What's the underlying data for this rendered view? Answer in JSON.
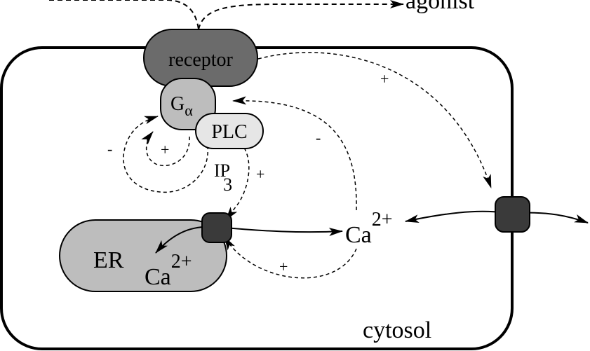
{
  "labels": {
    "agonist": "agonist",
    "receptor": "receptor",
    "g_alpha_main": "G",
    "g_alpha_sub": "α",
    "plc": "PLC",
    "ip3_main": "IP",
    "ip3_sub": "3",
    "ca_cytosol_main": "Ca",
    "ca_cytosol_sup": "2+",
    "er": "ER",
    "ca_er_main": "Ca",
    "ca_er_sup": "2+",
    "cytosol": "cytosol"
  },
  "signs": {
    "receptor_to_channel": "+",
    "ca_to_g_alpha": "-",
    "g_alpha_inner_loop": "+",
    "g_alpha_outer_loop": "-",
    "ip3_to_channel": "+",
    "ca_to_er_channel": "+"
  },
  "colors": {
    "receptor": "#6b6b6b",
    "g_alpha": "#bdbdbd",
    "plc": "#e6e6e6",
    "er": "#bdbdbd",
    "channel": "#3a3a3a",
    "stroke": "#000000"
  }
}
